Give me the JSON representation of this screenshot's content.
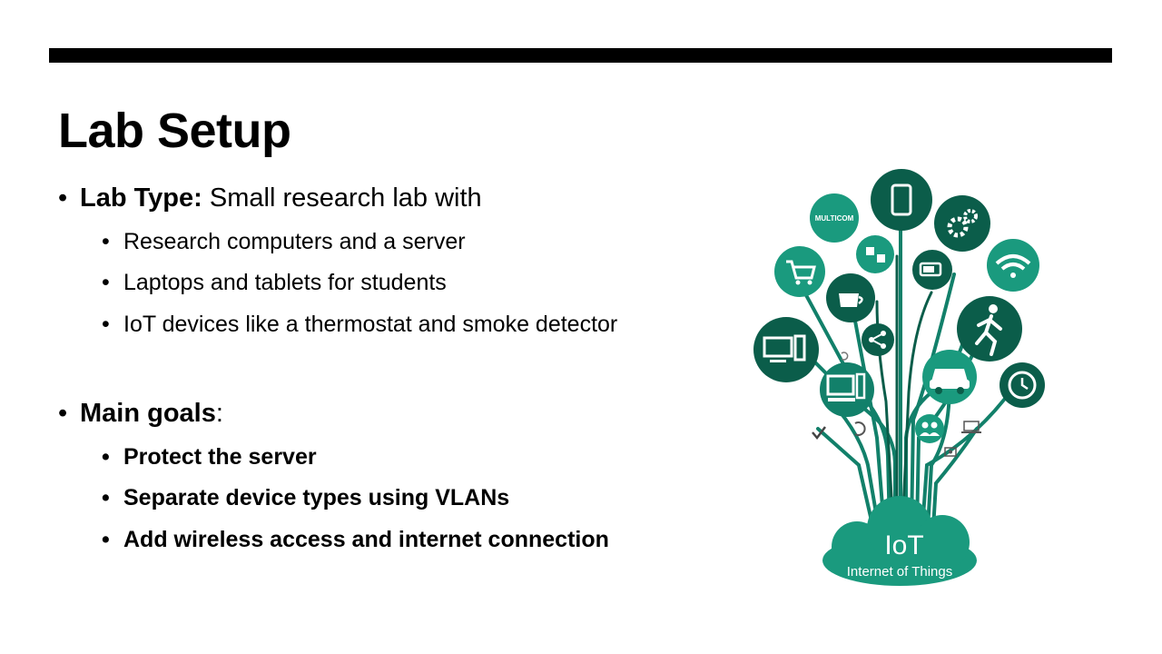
{
  "slide": {
    "title": "Lab Setup",
    "lab_type": {
      "label": "Lab Type",
      "colon": ":",
      "text": " Small research lab with",
      "items": [
        "Research computers and a server",
        "Laptops and tablets for students",
        "IoT devices like a thermostat and smoke detector"
      ]
    },
    "main_goals": {
      "label": "Main goals",
      "colon": ":",
      "items": [
        "Protect the server",
        "Separate device types using VLANs",
        "Add wireless access and internet connection"
      ]
    },
    "bullet_glyph": "•"
  },
  "illustration": {
    "cloud_title": "IoT",
    "cloud_subtitle": "Internet of Things",
    "badge_text": "MULTICOM",
    "colors": {
      "dark": "#0b5d4a",
      "mid": "#12806a",
      "light": "#1a9a7e"
    },
    "icons": [
      "smartphone-icon",
      "gears-icon",
      "wifi-icon",
      "battery-icon",
      "runner-icon",
      "car-icon",
      "clock-icon",
      "shopping-cart-icon",
      "coffee-cup-icon",
      "share-icon",
      "desktop-computer-icon",
      "workstation-icon",
      "people-icon",
      "satellite-icon",
      "laptop-icon",
      "camera-icon",
      "refresh-icon",
      "check-icon"
    ]
  }
}
